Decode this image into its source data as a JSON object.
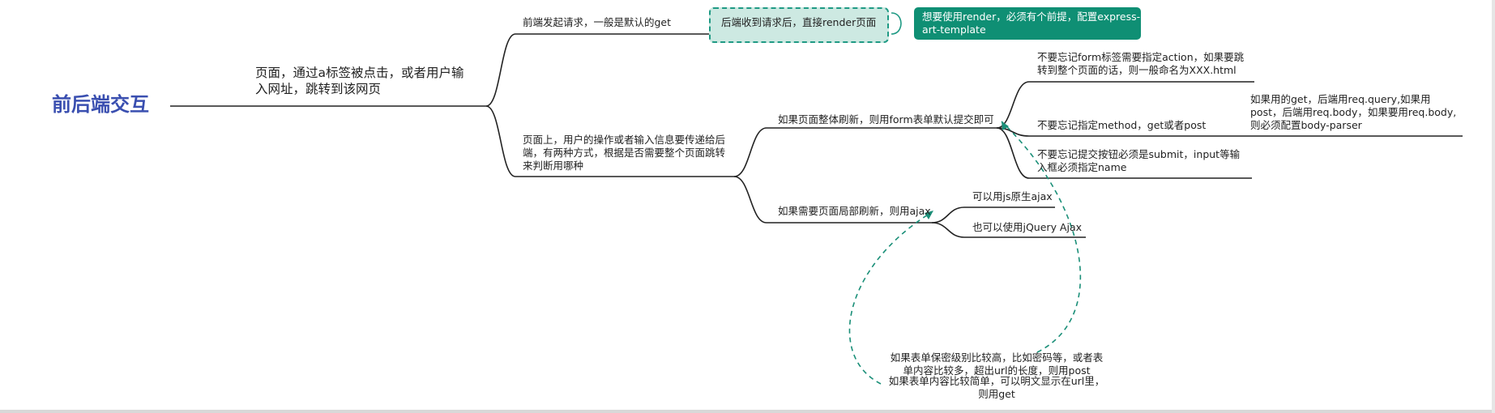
{
  "mindmap": {
    "root": "前后端交互",
    "nodes": {
      "page_nav": "页面，通过a标签被点击，或者用户输入网址，跳转到该网页",
      "front_get": "前端发起请求，一般是默认的get",
      "backend_render": "后端收到请求后，直接render页面",
      "render_note": "想要使用render，必须有个前提，配置express-art-template",
      "user_input": "页面上，用户的操作或者输入信息要传递给后端，有两种方式，根据是否需要整个页面跳转来判断用哪种",
      "form_submit": "如果页面整体刷新，则用form表单默认提交即可",
      "form_action": "不要忘记form标签需要指定action，如果要跳转到整个页面的话，则一般命名为XXX.html",
      "form_method": "不要忘记指定method，get或者post",
      "method_note": "如果用的get，后端用req.query,如果用post，后端用req.body，如果要用req.body,则必须配置body-parser",
      "form_submit_btn": "不要忘记提交按钮必须是submit，input等输入框必须指定name",
      "ajax": "如果需要页面局部刷新，则用ajax",
      "ajax_native": "可以用js原生ajax",
      "ajax_jquery": "也可以使用jQuery  Ajax",
      "post_note": "如果表单保密级别比较高，比如密码等，或者表单内容比较多，超出url的长度，则用post",
      "get_note": "如果表单内容比较简单，可以明文显示在url里，则用get"
    }
  },
  "colors": {
    "root_text": "#3a4fb0",
    "accent": "#0f8f74",
    "callout_fill": "#cde9e2",
    "callout_border": "#1f9a84",
    "branch_line": "#222222"
  }
}
